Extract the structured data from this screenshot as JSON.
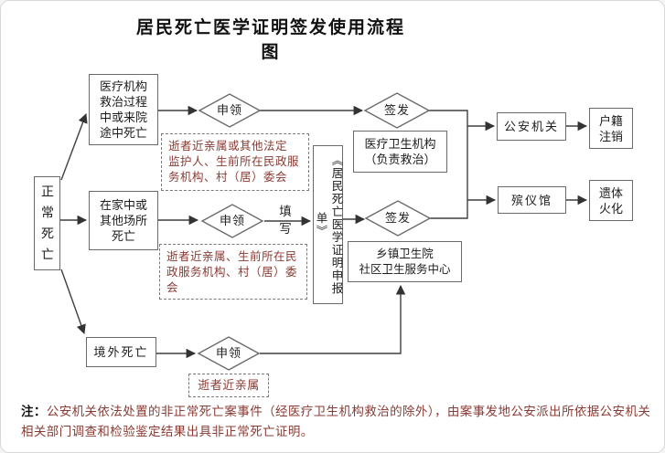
{
  "title": "居民死亡医学证明签发使用流程图",
  "nodes": {
    "normal_death": {
      "label": "正常死亡"
    },
    "medical_institution": {
      "label": "医疗机构\n救治过程\n中或来院\n途中死亡"
    },
    "home_death": {
      "label": "在家中或\n其他场所\n死亡"
    },
    "abroad_death": {
      "label": "境外死亡"
    },
    "declaration_form": {
      "label": "《居民死亡医学证明申报单》"
    },
    "medical_health_org": {
      "label": "医疗卫生机构\n（负责救治）"
    },
    "township_center": {
      "label": "乡镇卫生院\n社区卫生服务中心"
    },
    "police": {
      "label": "公安机关"
    },
    "funeral_home": {
      "label": "殡仪馆"
    },
    "household_cancel": {
      "label": "户籍\n注销"
    },
    "cremation": {
      "label": "遗体\n火化"
    }
  },
  "diamonds": {
    "apply_1": {
      "label": "申领"
    },
    "apply_2": {
      "label": "申领"
    },
    "apply_3": {
      "label": "申领"
    },
    "issue_1": {
      "label": "签发"
    },
    "issue_2": {
      "label": "签发"
    }
  },
  "edge_labels": {
    "fill_in": "填\n写"
  },
  "applicants": {
    "box1": "逝者近亲属或其他法定\n监护人、生前所在民政服\n务机构、村（居）委会",
    "box2": "逝者近亲属、生前所在民\n政服务机构、村（居）委\n会",
    "box3": "逝者近亲属"
  },
  "note": {
    "prefix": "注：",
    "body": "公安机关依法处置的非正常死亡案事件（经医疗卫生机构救治的除外），由案事发地公安派出所依据公安机关相关部门调查和检验鉴定结果出具非正常死亡证明。"
  },
  "colors": {
    "accent_red": "#8a3b34",
    "line": "#3f3f3f"
  }
}
